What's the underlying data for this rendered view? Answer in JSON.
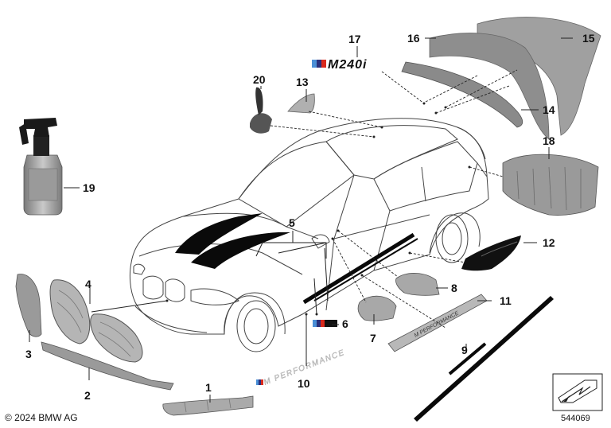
{
  "callouts": [
    {
      "id": "1",
      "label": "1"
    },
    {
      "id": "2",
      "label": "2"
    },
    {
      "id": "3",
      "label": "3"
    },
    {
      "id": "4",
      "label": "4"
    },
    {
      "id": "5",
      "label": "5"
    },
    {
      "id": "6",
      "label": "6"
    },
    {
      "id": "7",
      "label": "7"
    },
    {
      "id": "8",
      "label": "8"
    },
    {
      "id": "9",
      "label": "9"
    },
    {
      "id": "10",
      "label": "10"
    },
    {
      "id": "11",
      "label": "11"
    },
    {
      "id": "12",
      "label": "12"
    },
    {
      "id": "13",
      "label": "13"
    },
    {
      "id": "14",
      "label": "14"
    },
    {
      "id": "15",
      "label": "15"
    },
    {
      "id": "16",
      "label": "16"
    },
    {
      "id": "17",
      "label": "17"
    },
    {
      "id": "18",
      "label": "18"
    },
    {
      "id": "19",
      "label": "19"
    },
    {
      "id": "20",
      "label": "20"
    }
  ],
  "badge_text": "M240i",
  "performance_text": "M PERFORMANCE",
  "sill_text": "M PERFORMANCE",
  "copyright": "© 2024 BMW AG",
  "document_id": "544069",
  "colors": {
    "line": "#222222",
    "part_fill": "#a9a9a9",
    "part_dark": "#8c8c8c",
    "decal": "#0a0a0a"
  }
}
